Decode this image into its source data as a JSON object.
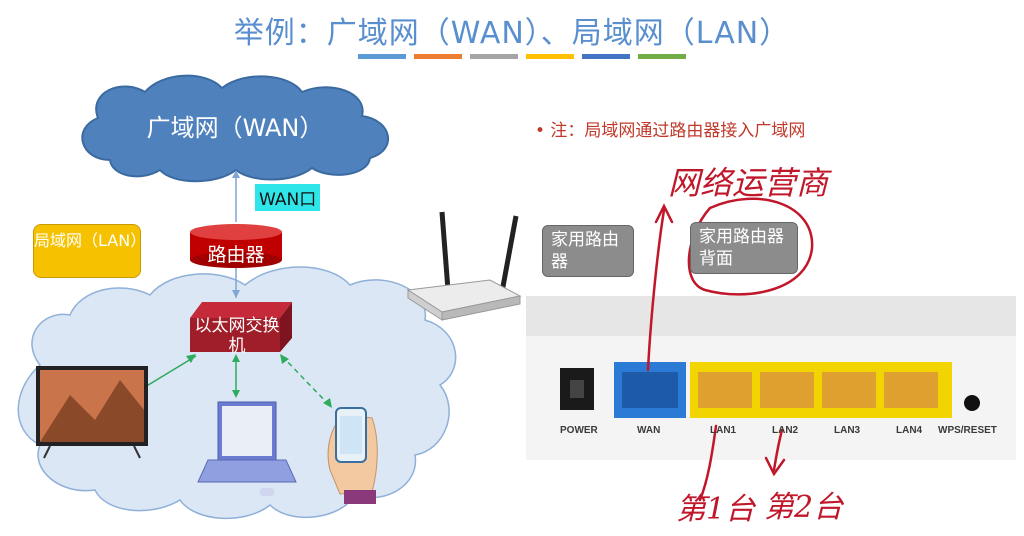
{
  "slide": {
    "title": "举例：广域网（WAN）、局域网（LAN）",
    "accent_bars": [
      "#5b9bd5",
      "#ed7d31",
      "#a5a5a5",
      "#ffc000",
      "#4472c4",
      "#70ad47"
    ]
  },
  "diagram": {
    "wan_cloud_label": "广域网（WAN）",
    "wan_port_label": "WAN口",
    "router_label": "路由器",
    "switch_label": "以太网交换机",
    "lan_callout": "局域网（LAN）"
  },
  "note": "• 注：局域网通过路由器接入广域网",
  "callouts": {
    "home_router": "家用路由器",
    "router_back": "家用路由器背面"
  },
  "ports": [
    "POWER",
    "WAN",
    "LAN1",
    "LAN2",
    "LAN3",
    "LAN4",
    "WPS/RESET"
  ],
  "handwriting": {
    "isp": "网络运营商",
    "first": "第1台",
    "second": "第2台"
  },
  "colors": {
    "cloud_wan": "#4f81bd",
    "cloud_lan": "#dbe7f5",
    "router": "#c00000",
    "switch": "#a01e2a",
    "lan_callout": "#f6c200",
    "wan_port_highlight": "#2ee6ea",
    "wan_port_frame": "#2b7bd6",
    "lan_port_frame": "#f2d400",
    "handwriting": "#c0172a"
  }
}
